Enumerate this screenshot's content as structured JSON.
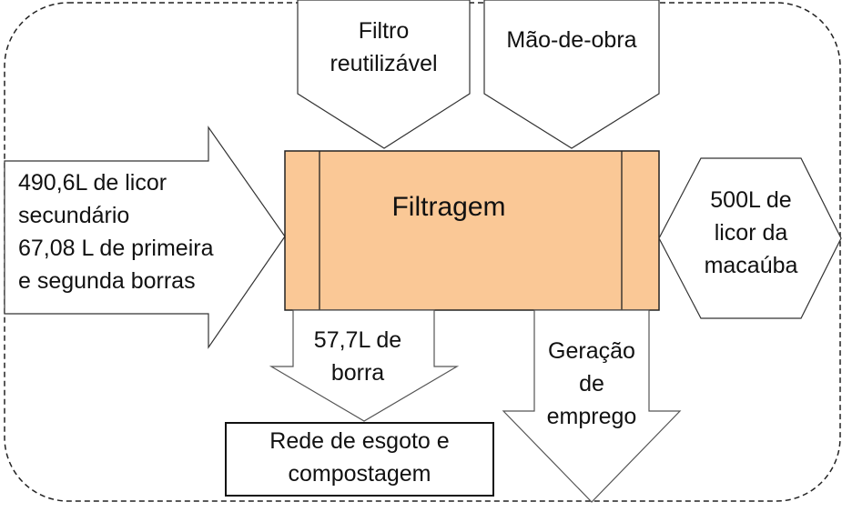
{
  "process": {
    "title": "Filtragem",
    "fill": "#FAC896"
  },
  "inputs_top": [
    {
      "lines": [
        "Filtro",
        "reutilizável"
      ]
    },
    {
      "lines": [
        "Mão-de-obra"
      ]
    }
  ],
  "input_left": {
    "lines": [
      "490,6L de licor",
      "secundário",
      "67,08 L de primeira",
      "e segunda borras"
    ]
  },
  "output_right": {
    "lines": [
      "500L de",
      "licor da",
      "macaúba"
    ]
  },
  "output_borra": {
    "lines": [
      "57,7L  de",
      "borra"
    ]
  },
  "destination": {
    "lines": [
      "Rede de esgoto e",
      "compostagem"
    ]
  },
  "output_emprego": {
    "lines": [
      "Geração",
      "de",
      "emprego"
    ]
  }
}
